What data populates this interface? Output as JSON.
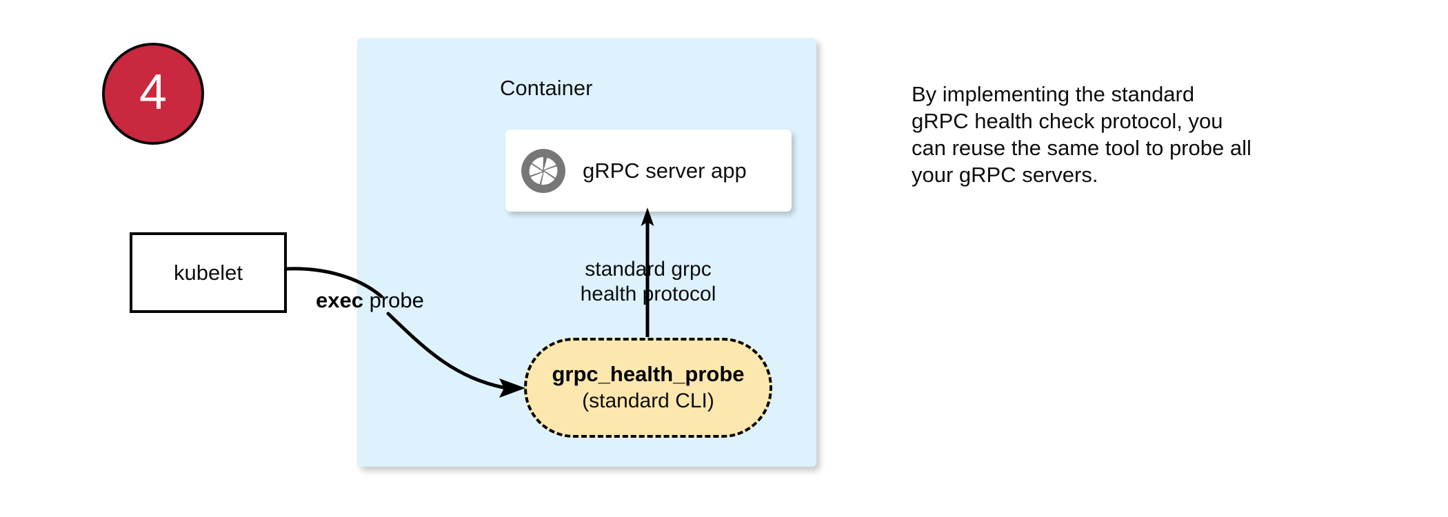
{
  "step": {
    "number": "4",
    "circle_fill": "#c9283e",
    "circle_stroke": "#0a0a0a",
    "number_color": "#ffffff"
  },
  "container": {
    "label": "Container",
    "fill": "#ddf2fd"
  },
  "server_card": {
    "icon": "grpc-aperture-icon",
    "icon_color": "#777777",
    "label": "gRPC server app",
    "fill": "#ffffff"
  },
  "protocol_arrow": {
    "label_line1": "standard grpc",
    "label_line2": "health protocol",
    "direction": "up",
    "color": "#000000"
  },
  "probe_pill": {
    "title": "grpc_health_probe",
    "subtitle": "(standard CLI)",
    "fill": "#fce7ae",
    "stroke": "#000000",
    "stroke_style": "dashed"
  },
  "kubelet": {
    "label": "kubelet",
    "fill": "#ffffff",
    "stroke": "#000000"
  },
  "exec_arrow": {
    "label_strong": "exec",
    "label_rest": " probe",
    "color": "#000000"
  },
  "narrative": {
    "line1": "By implementing the standard",
    "line2": "gRPC health check protocol, you",
    "line3": "can reuse the same tool to probe all",
    "line4": "your gRPC servers."
  }
}
